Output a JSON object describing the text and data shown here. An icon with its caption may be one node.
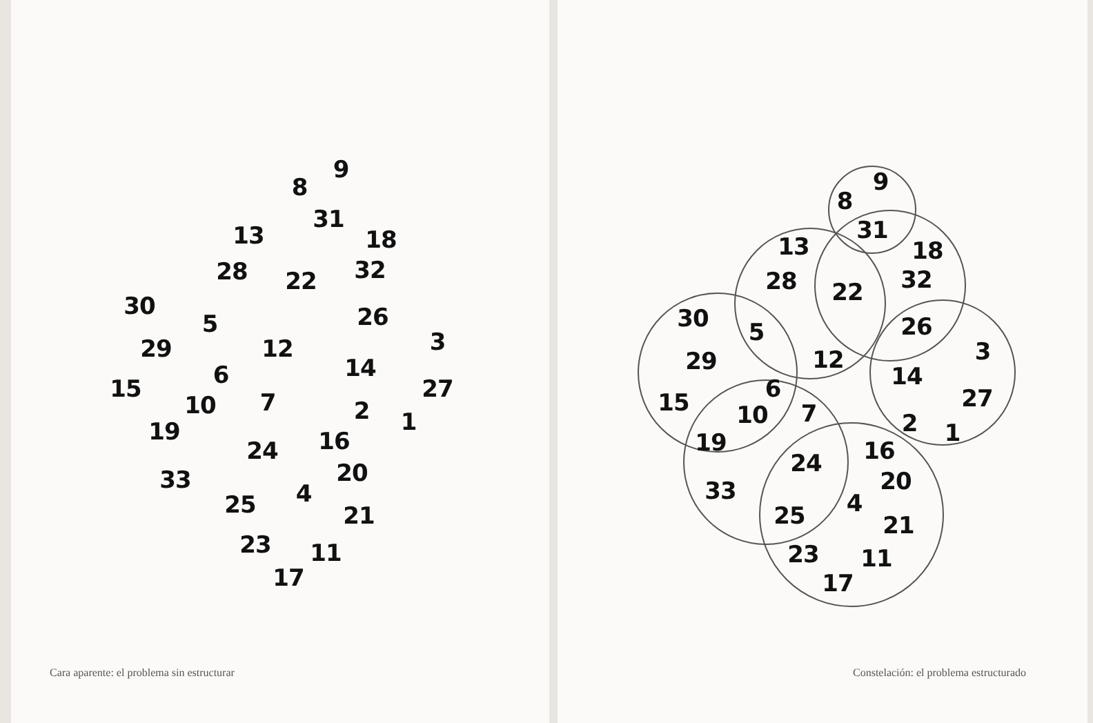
{
  "diagram": {
    "nodes": [
      {
        "text": [],
        "shape": "circle"
      },
      {
        "text": [],
        "shape": "circle"
      },
      {
        "text": [],
        "shape": "circle"
      },
      {
        "text": [],
        "shape": "circle"
      },
      {
        "text": [],
        "shape": "circle"
      },
      {
        "text": [],
        "shape": "circle"
      },
      {
        "text": [],
        "shape": "circle"
      }
    ],
    "labels": [
      "9",
      "8",
      "31",
      "13",
      "18",
      "28",
      "22",
      "32",
      "30",
      "5",
      "26",
      "29",
      "12",
      "3",
      "6",
      "14",
      "15",
      "27",
      "10",
      "7",
      "2",
      "1",
      "19",
      "24",
      "16",
      "33",
      "20",
      "25",
      "4",
      "21",
      "23",
      "11",
      "17",
      "9",
      "8",
      "31",
      "13",
      "18",
      "28",
      "22",
      "32",
      "30",
      "5",
      "26",
      "29",
      "12",
      "3",
      "6",
      "14",
      "15",
      "27",
      "10",
      "7",
      "2",
      "1",
      "19",
      "24",
      "16",
      "33",
      "20",
      "25",
      "4",
      "21",
      "23",
      "11",
      "17",
      "Cara aparente: el problema sin estructurar",
      "Constelación: el problema estructurado"
    ]
  }
}
